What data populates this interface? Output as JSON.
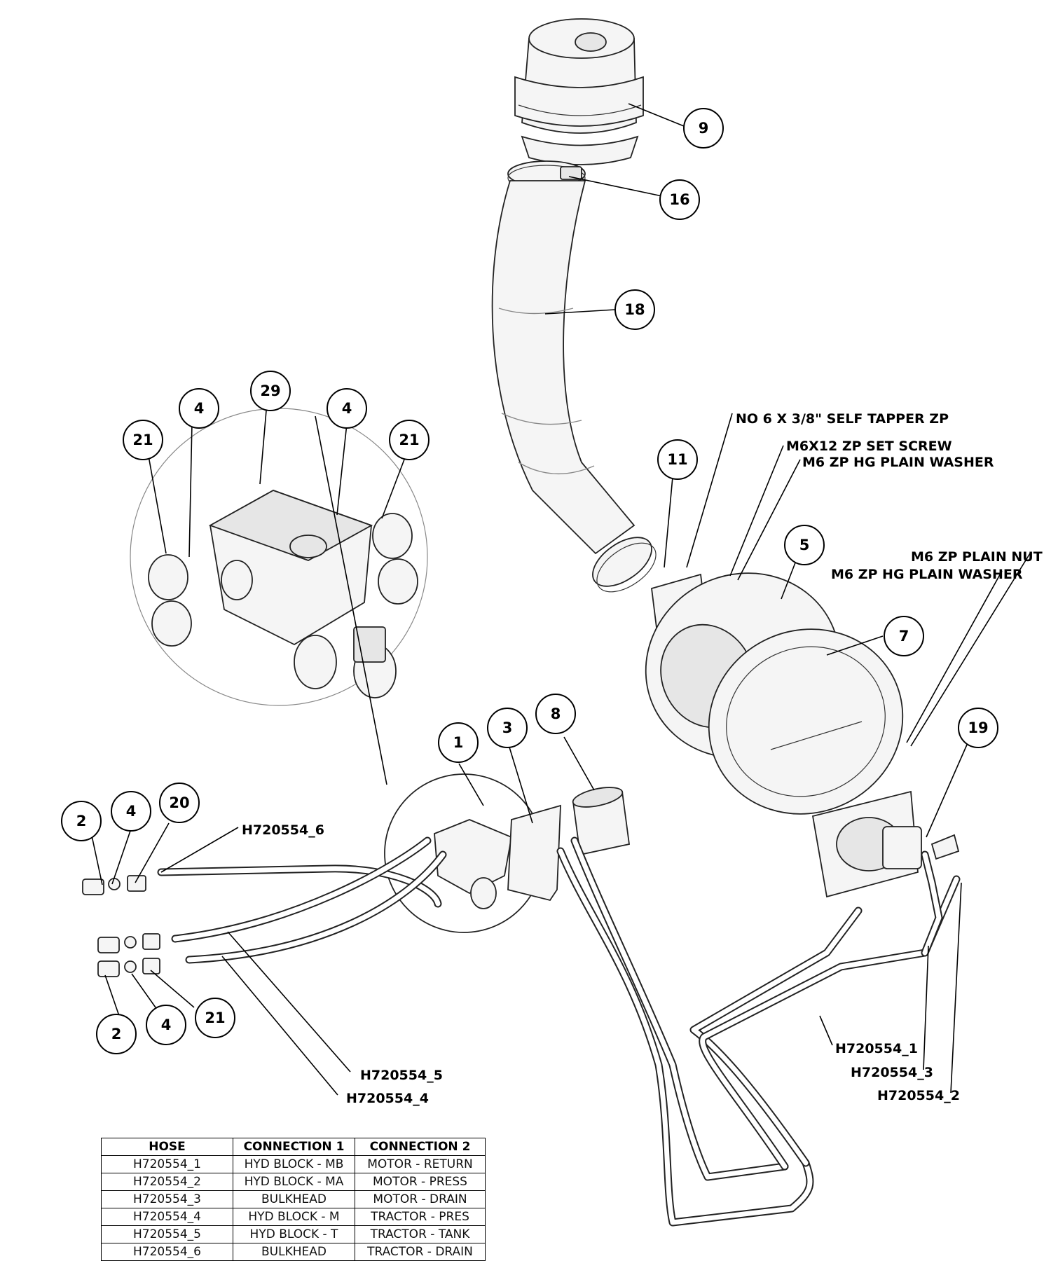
{
  "balloons": [
    {
      "id": "b9",
      "label": "9"
    },
    {
      "id": "b16",
      "label": "16"
    },
    {
      "id": "b18",
      "label": "18"
    },
    {
      "id": "b29",
      "label": "29"
    },
    {
      "id": "b4a",
      "label": "4"
    },
    {
      "id": "b4b",
      "label": "4"
    },
    {
      "id": "b21a",
      "label": "21"
    },
    {
      "id": "b21b",
      "label": "21"
    },
    {
      "id": "b11",
      "label": "11"
    },
    {
      "id": "b5",
      "label": "5"
    },
    {
      "id": "b7",
      "label": "7"
    },
    {
      "id": "b19",
      "label": "19"
    },
    {
      "id": "b1",
      "label": "1"
    },
    {
      "id": "b3",
      "label": "3"
    },
    {
      "id": "b8",
      "label": "8"
    },
    {
      "id": "b2a",
      "label": "2"
    },
    {
      "id": "b4c",
      "label": "4"
    },
    {
      "id": "b20",
      "label": "20"
    },
    {
      "id": "b2b",
      "label": "2"
    },
    {
      "id": "b4d",
      "label": "4"
    },
    {
      "id": "b21c",
      "label": "21"
    }
  ],
  "notes": {
    "self_tapper": "NO 6 X 3/8\" SELF TAPPER ZP",
    "set_screw": "M6X12 ZP SET SCREW",
    "plain_washer_1": "M6 ZP HG PLAIN WASHER",
    "plain_nut": "M6 ZP PLAIN NUT",
    "plain_washer_2": "M6 ZP HG PLAIN WASHER"
  },
  "hose_labels": {
    "h6": "H720554_6",
    "h5": "H720554_5",
    "h4": "H720554_4",
    "h1": "H720554_1",
    "h3": "H720554_3",
    "h2": "H720554_2"
  },
  "block_text": "",
  "table": {
    "headers": [
      "HOSE",
      "CONNECTION 1",
      "CONNECTION 2"
    ],
    "rows": [
      [
        "H720554_1",
        "HYD BLOCK - MB",
        "MOTOR - RETURN"
      ],
      [
        "H720554_2",
        "HYD BLOCK - MA",
        "MOTOR - PRESS"
      ],
      [
        "H720554_3",
        "BULKHEAD",
        "MOTOR - DRAIN"
      ],
      [
        "H720554_4",
        "HYD BLOCK - M",
        "TRACTOR - PRES"
      ],
      [
        "H720554_5",
        "HYD BLOCK - T",
        "TRACTOR - TANK"
      ],
      [
        "H720554_6",
        "BULKHEAD",
        "TRACTOR - DRAIN"
      ]
    ]
  }
}
